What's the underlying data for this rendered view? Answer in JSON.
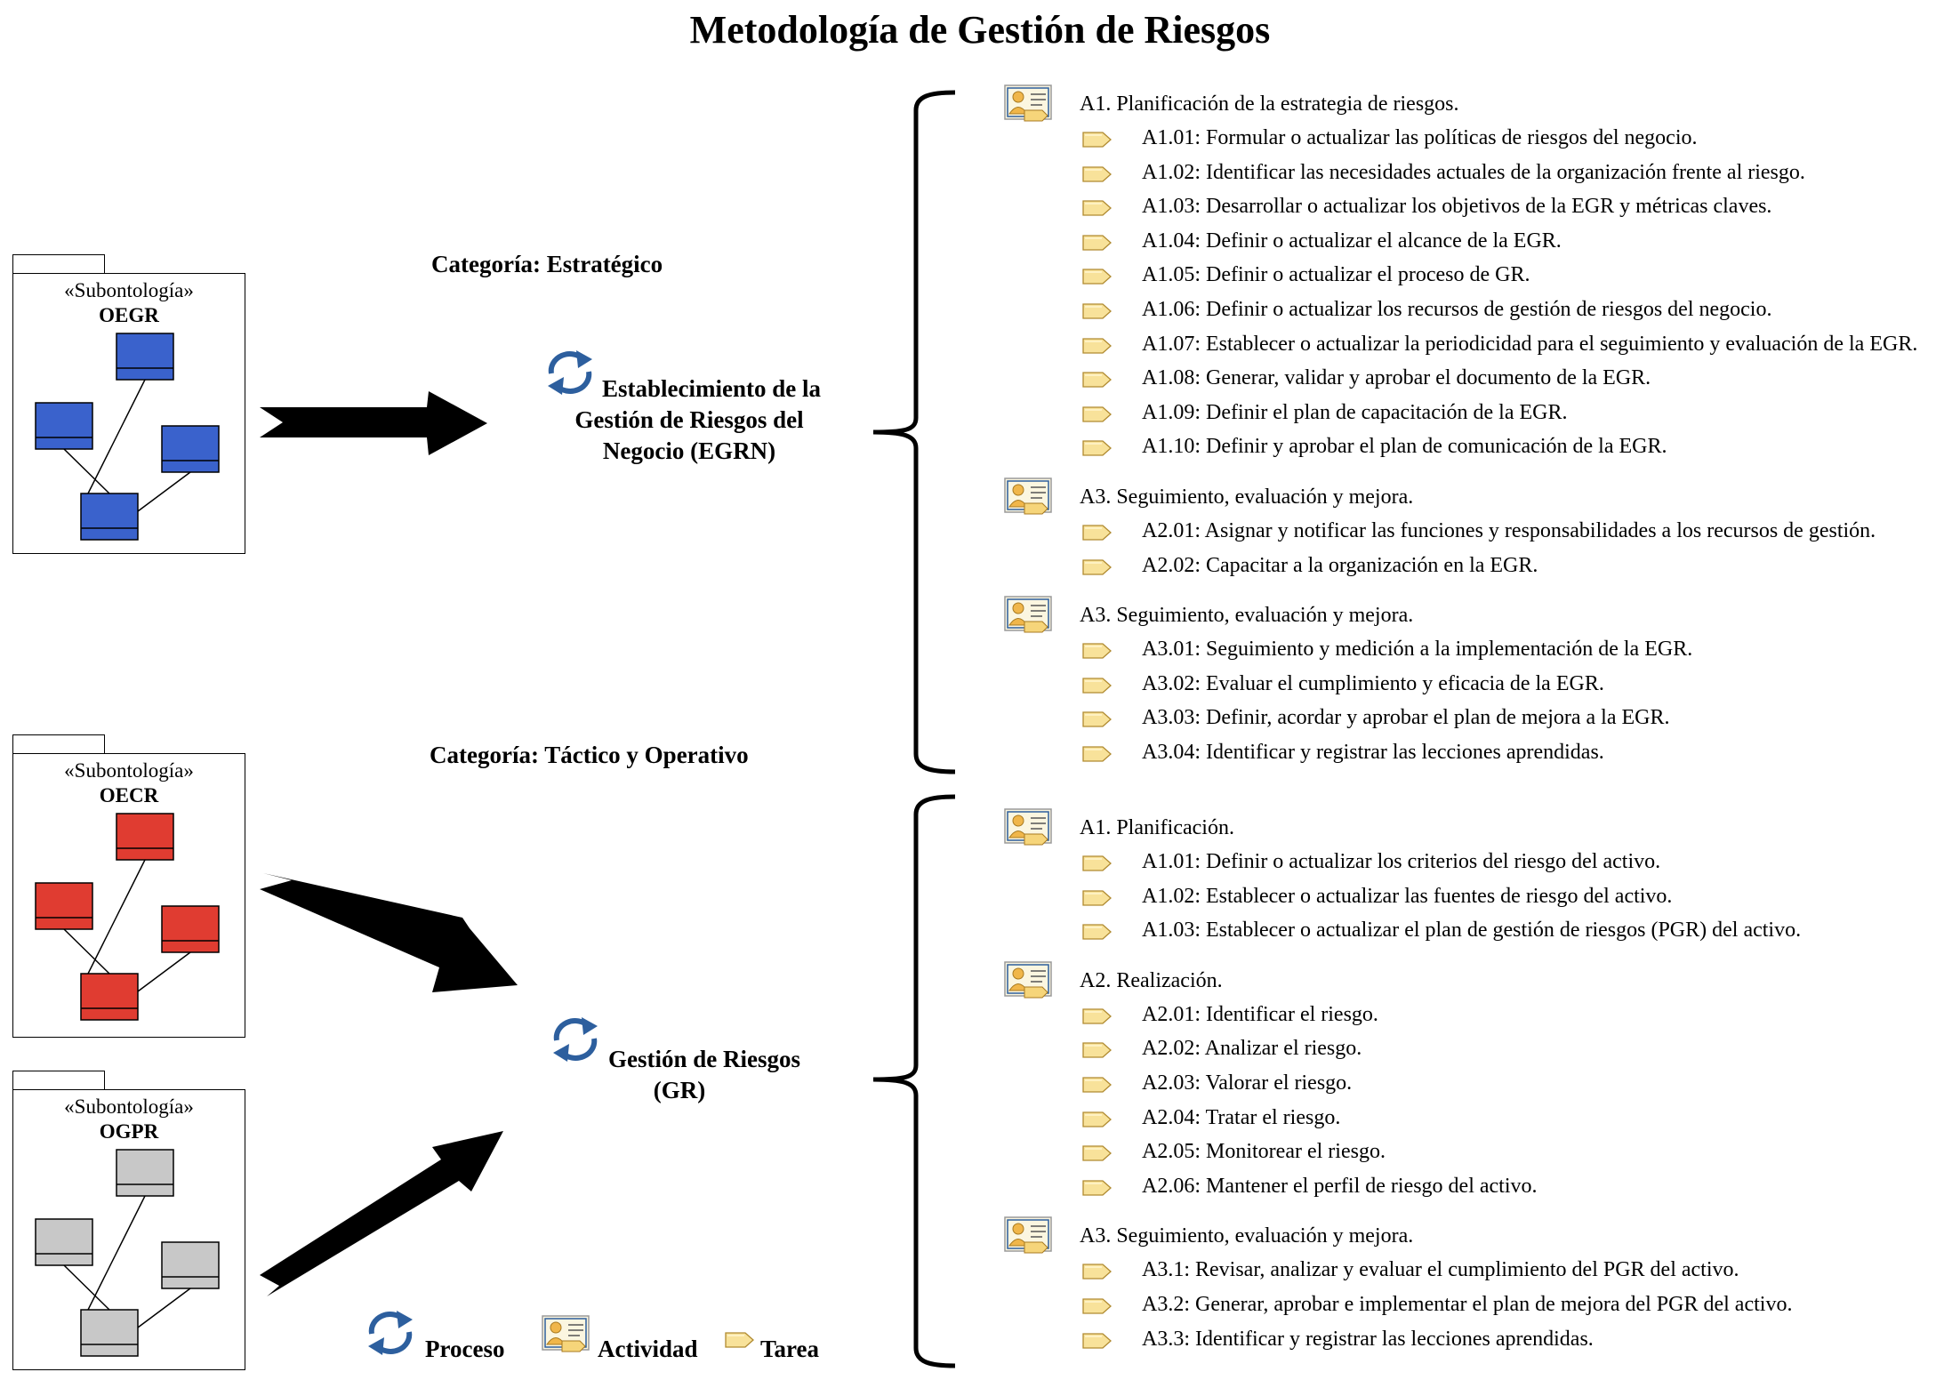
{
  "title": "Metodología de Gestión de Riesgos",
  "categories": {
    "strategic": "Categoría: Estratégico",
    "tactical": "Categoría: Táctico y Operativo"
  },
  "processes": {
    "egrn": {
      "line1": "Establecimiento de la",
      "line2": "Gestión de Riesgos del",
      "line3": "Negocio (EGRN)"
    },
    "gr": {
      "line1": "Gestión de Riesgos",
      "line2": "(GR)"
    }
  },
  "packages": [
    {
      "stereotype": "«Subontología»",
      "name": "OEGR",
      "color": "#3a62cc"
    },
    {
      "stereotype": "«Subontología»",
      "name": "OECR",
      "color": "#e03c31"
    },
    {
      "stereotype": "«Subontología»",
      "name": "OGPR",
      "color": "#c8c8c8"
    }
  ],
  "legend": {
    "process": "Proceso",
    "activity": "Actividad",
    "task": "Tarea"
  },
  "groups": [
    {
      "activities": [
        {
          "label": "A1. Planificación de la estrategia de riesgos.",
          "tasks": [
            "A1.01: Formular o actualizar las políticas de riesgos del negocio.",
            "A1.02: Identificar las necesidades actuales de la organización frente al riesgo.",
            "A1.03: Desarrollar o actualizar los objetivos de la EGR y métricas claves.",
            "A1.04: Definir o actualizar el alcance de la EGR.",
            "A1.05: Definir o actualizar el proceso de GR.",
            "A1.06: Definir o actualizar los recursos de gestión de riesgos del negocio.",
            "A1.07: Establecer o actualizar la periodicidad para el seguimiento y evaluación de la EGR.",
            "A1.08: Generar, validar y aprobar el documento de la EGR.",
            "A1.09: Definir el plan de capacitación de la EGR.",
            "A1.10: Definir y aprobar el plan de comunicación de la EGR."
          ]
        },
        {
          "label": "A3. Seguimiento, evaluación y mejora.",
          "tasks": [
            "A2.01: Asignar y notificar las funciones y responsabilidades a los recursos de gestión.",
            "A2.02: Capacitar a la organización en la EGR."
          ]
        },
        {
          "label": "A3. Seguimiento, evaluación y mejora.",
          "tasks": [
            "A3.01: Seguimiento y medición a la implementación de la EGR.",
            "A3.02: Evaluar el cumplimiento y eficacia de la EGR.",
            "A3.03: Definir, acordar y aprobar el plan de mejora a la EGR.",
            "A3.04: Identificar y registrar las lecciones aprendidas."
          ]
        }
      ]
    },
    {
      "activities": [
        {
          "label": "A1. Planificación.",
          "tasks": [
            "A1.01: Definir o actualizar los criterios del riesgo del activo.",
            "A1.02: Establecer o actualizar las fuentes de riesgo del activo.",
            "A1.03: Establecer o actualizar el plan de gestión de riesgos (PGR) del activo."
          ]
        },
        {
          "label": "A2. Realización.",
          "tasks": [
            "A2.01: Identificar el riesgo.",
            "A2.02: Analizar el riesgo.",
            "A2.03: Valorar el riesgo.",
            "A2.04: Tratar el riesgo.",
            "A2.05: Monitorear el riesgo.",
            "A2.06: Mantener el perfil de riesgo del activo."
          ]
        },
        {
          "label": "A3. Seguimiento, evaluación y mejora.",
          "tasks": [
            "A3.1: Revisar, analizar y evaluar el cumplimiento del PGR del activo.",
            "A3.2: Generar, aprobar e implementar el plan de mejora del PGR del activo.",
            "A3.3: Identificar y registrar las lecciones aprendidas."
          ]
        }
      ]
    }
  ]
}
